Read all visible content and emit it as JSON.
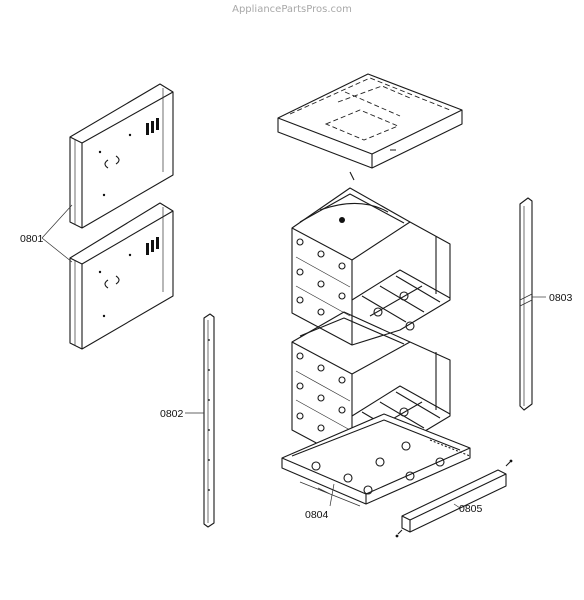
{
  "watermark": "AppliancePartsPros.com",
  "callouts": {
    "c0801": "0801",
    "c0802": "0802",
    "c0803": "0803",
    "c0804": "0804",
    "c0805": "0805"
  },
  "colors": {
    "line": "#1a1a1a",
    "watermark": "#a8a8a8",
    "background": "#ffffff"
  }
}
